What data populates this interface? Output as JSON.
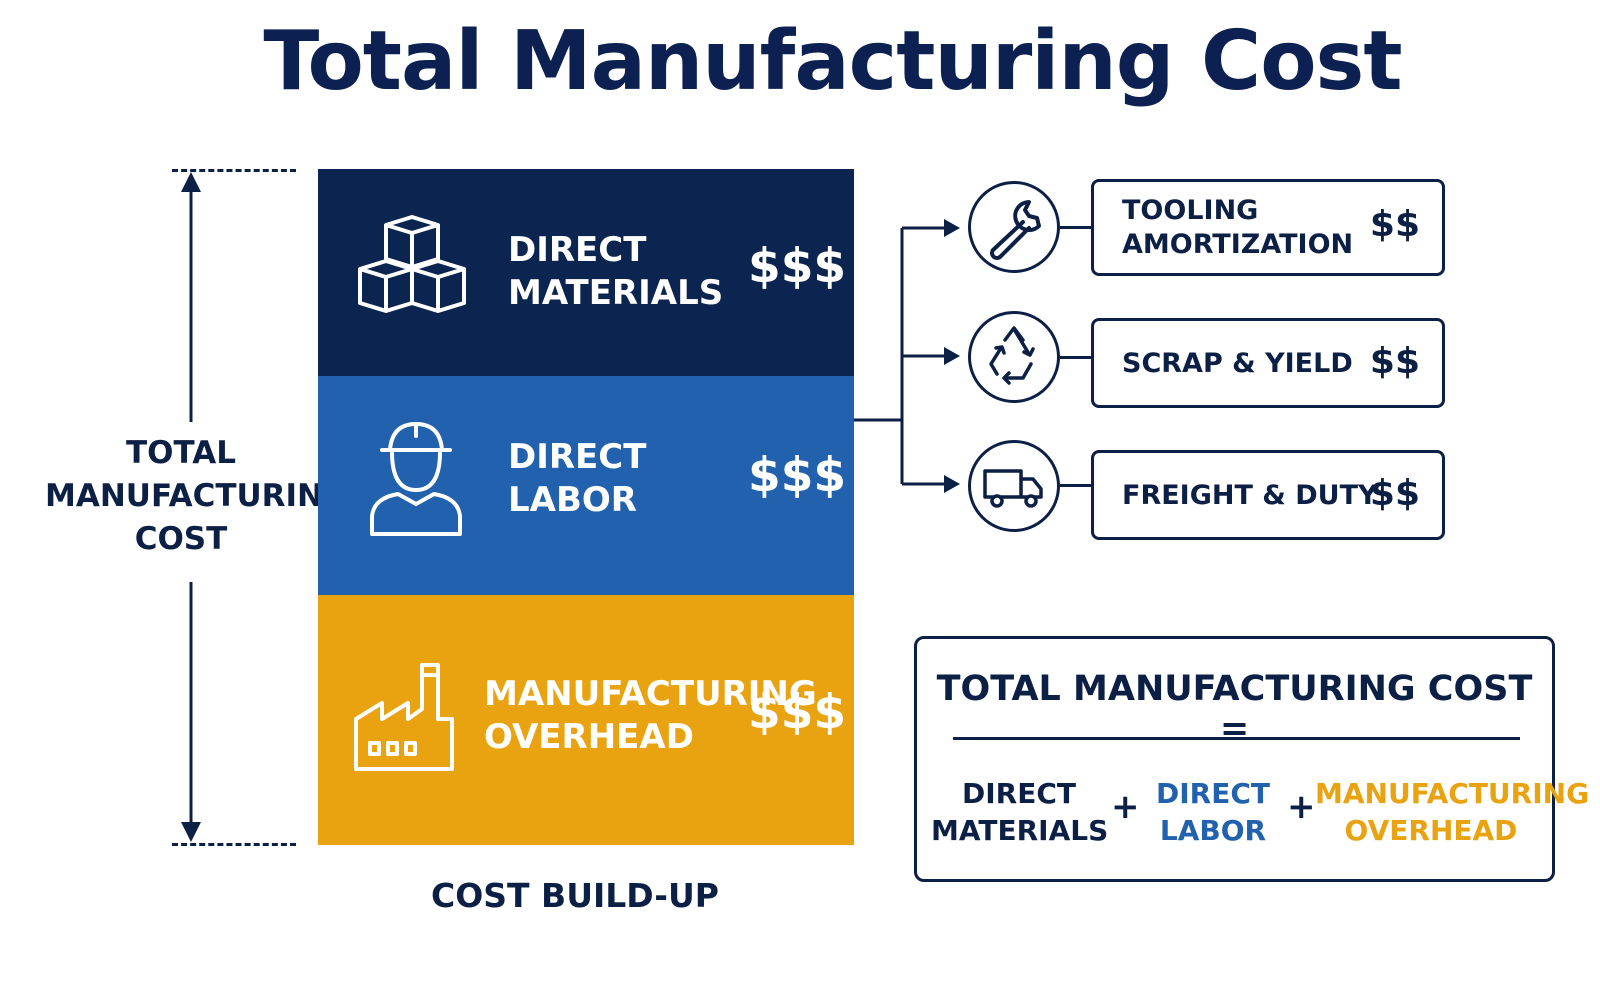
{
  "title": "Total Manufacturing Cost",
  "measure": {
    "label_lines": [
      "TOTAL",
      "MANUFACTURING",
      "COST"
    ]
  },
  "stack": {
    "caption": "COST BUILD-UP",
    "blocks": [
      {
        "label_lines": [
          "DIRECT",
          "MATERIALS"
        ],
        "amount": "$$$",
        "icon": "boxes-icon",
        "color": "#0c2550"
      },
      {
        "label_lines": [
          "DIRECT",
          "LABOR"
        ],
        "amount": "$$$",
        "icon": "worker-icon",
        "color": "#2161ad"
      },
      {
        "label_lines": [
          "MANUFACTURING",
          "OVERHEAD"
        ],
        "amount": "$$$",
        "icon": "factory-icon",
        "color": "#e9a311"
      }
    ]
  },
  "overhead_items": [
    {
      "label_lines": [
        "TOOLING",
        "AMORTIZATION"
      ],
      "amount": "$$",
      "icon": "wrench-icon"
    },
    {
      "label_lines": [
        "SCRAP & YIELD"
      ],
      "amount": "$$",
      "icon": "recycle-icon"
    },
    {
      "label_lines": [
        "FREIGHT & DUTY"
      ],
      "amount": "$$",
      "icon": "truck-icon"
    }
  ],
  "formula": {
    "title": "TOTAL MANUFACTURING COST =",
    "terms": [
      {
        "label_lines": [
          "DIRECT",
          "MATERIALS"
        ],
        "color": "#0c1f45"
      },
      {
        "label_lines": [
          "DIRECT",
          "LABOR"
        ],
        "color": "#2161ad"
      },
      {
        "label_lines": [
          "MANUFACTURING",
          "OVERHEAD"
        ],
        "color": "#e9a311"
      }
    ],
    "operator": "+"
  }
}
